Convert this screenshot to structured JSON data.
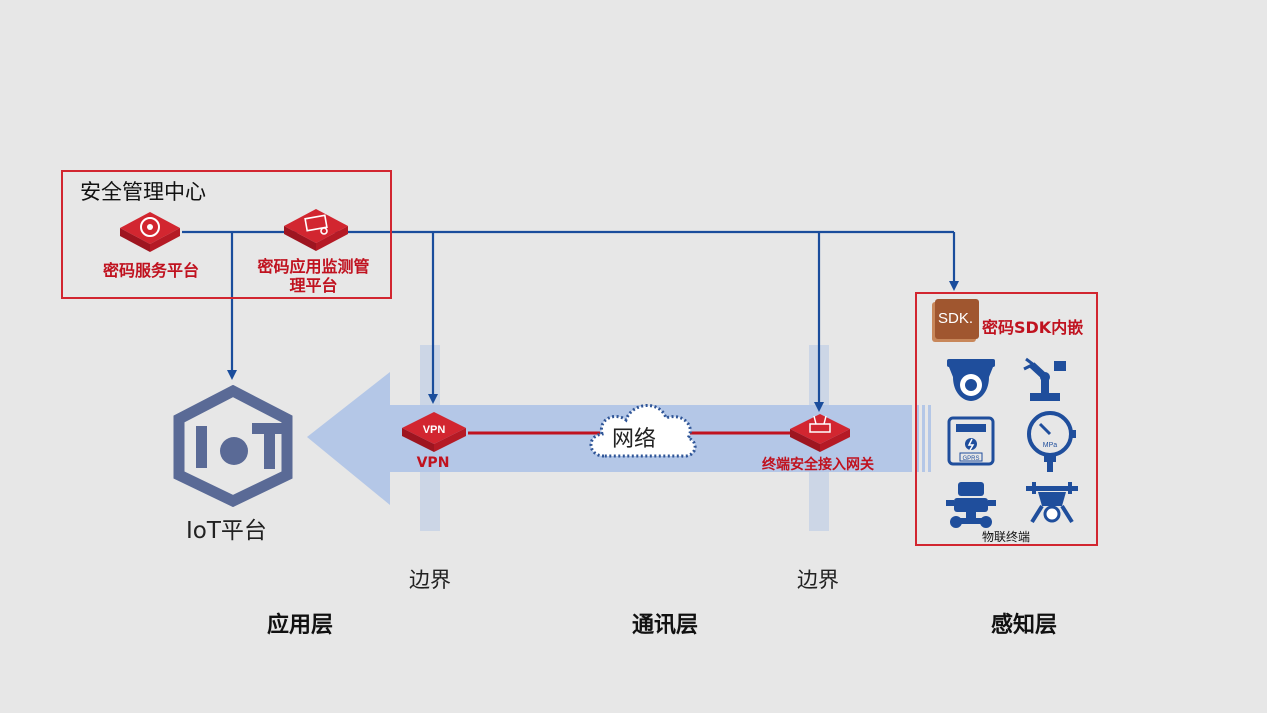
{
  "colors": {
    "background": "#e7e7e7",
    "accent_red": "#d22630",
    "line_blue": "#1a4d9c",
    "arrow_fill": "#b4c7e7",
    "iot_logo": "#5a6a96",
    "device_blue": "#1f4e9c"
  },
  "security_center": {
    "title": "安全管理中心",
    "service_platform": "密码服务平台",
    "monitor_platform_line1": "密码应用监测管",
    "monitor_platform_line2": "理平台"
  },
  "iot_platform": {
    "label": "IoT平台"
  },
  "vpn": {
    "badge": "VPN",
    "label": "VPN"
  },
  "network": {
    "label": "网络"
  },
  "gateway": {
    "label": "终端安全接入网关"
  },
  "perception": {
    "sdk_badge": "SDK.",
    "sdk_label": "密码SDK内嵌",
    "terminals_label": "物联终端",
    "devices": [
      "dome-camera-icon",
      "robot-arm-icon",
      "smart-meter-icon",
      "pressure-gauge-icon",
      "robot-icon",
      "drone-icon"
    ],
    "meter_tag": "GPRS",
    "gauge_unit": "MPa"
  },
  "boundaries": [
    "边界",
    "边界"
  ],
  "layers": [
    "应用层",
    "通讯层",
    "感知层"
  ]
}
